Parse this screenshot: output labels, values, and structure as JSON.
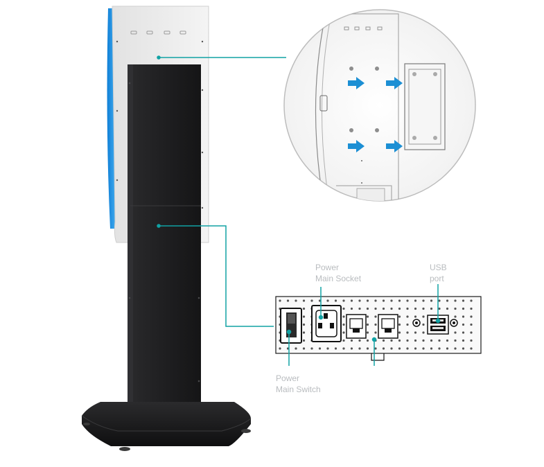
{
  "labels": {
    "power_main_socket_line1": "Power",
    "power_main_socket_line2": "Main Socket",
    "usb_line1": "USB",
    "usb_line2": "port",
    "power_switch_line1": "Power",
    "power_switch_line2": "Main Switch"
  },
  "colors": {
    "accent": "#10a2a4",
    "arrow": "#1c8fd4",
    "stand": "#1d1d1f",
    "screen_back": "#eeeeee",
    "screen_edge": "#2196e8"
  }
}
